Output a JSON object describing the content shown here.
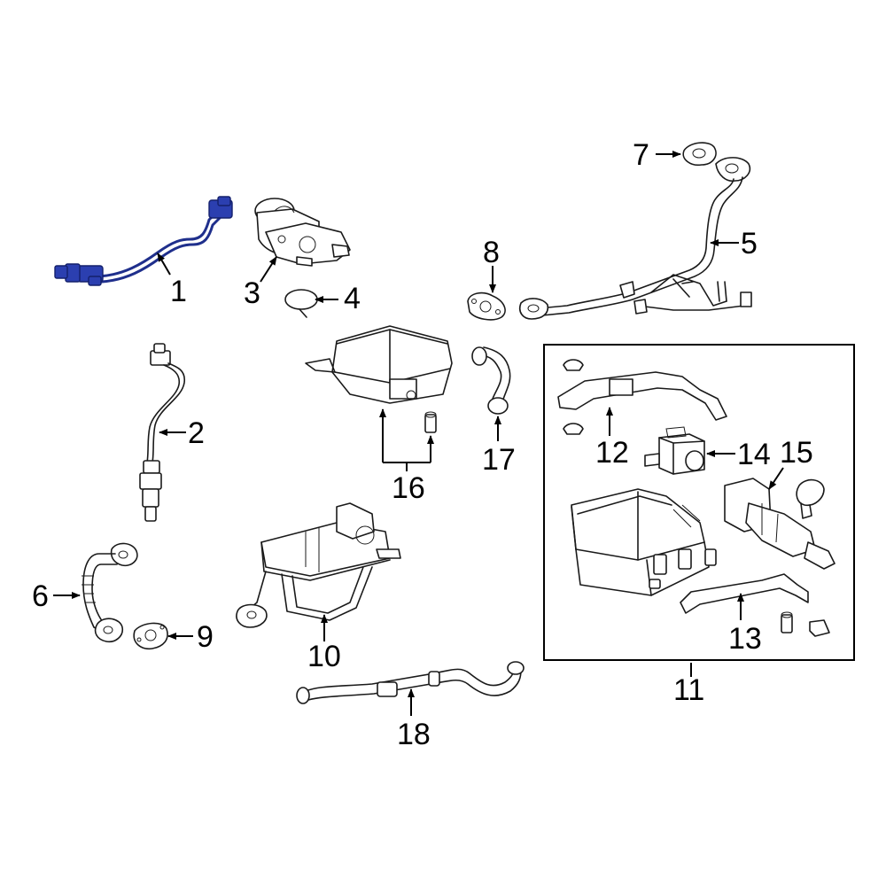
{
  "callouts": {
    "c1": "1",
    "c2": "2",
    "c3": "3",
    "c4": "4",
    "c5": "5",
    "c6": "6",
    "c7": "7",
    "c8": "8",
    "c9": "9",
    "c10": "10",
    "c11": "11",
    "c12": "12",
    "c13": "13",
    "c14": "14",
    "c15": "15",
    "c16": "16",
    "c17": "17",
    "c18": "18"
  },
  "colors": {
    "highlight": "#2b3fb0",
    "line": "#1a1a1a",
    "background": "#ffffff"
  },
  "highlighted_part": "1"
}
